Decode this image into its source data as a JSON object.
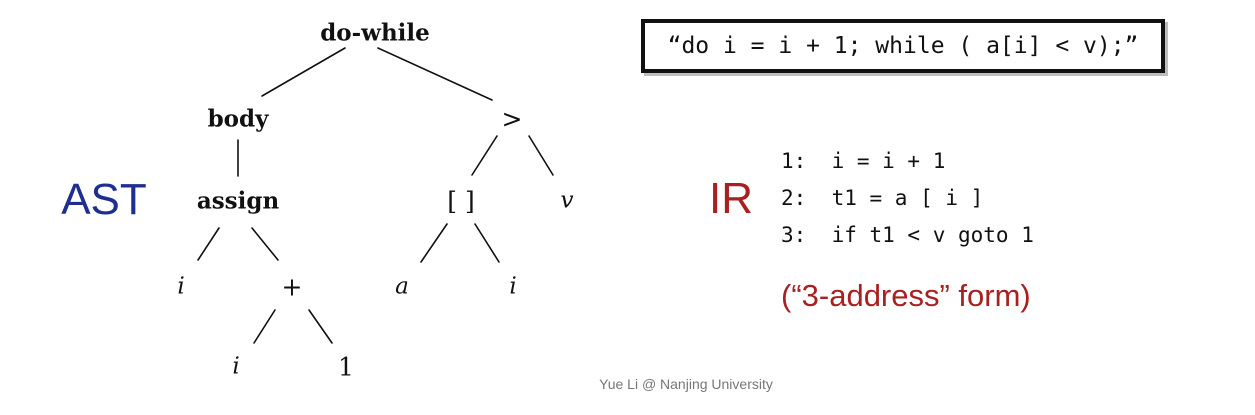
{
  "labels": {
    "ast": "AST",
    "ir": "IR"
  },
  "source_code": "“do i = i + 1; while ( a[i] < v);”",
  "ast": {
    "nodes": {
      "root": "do-while",
      "body": "body",
      "gt": ">",
      "assign": "assign",
      "index": "[ ]",
      "v": "v",
      "i_lhs": "i",
      "plus": "+",
      "a": "a",
      "i_index": "i",
      "i_plus": "i",
      "one": "1"
    },
    "edges": [
      [
        "root",
        "body"
      ],
      [
        "root",
        "gt"
      ],
      [
        "body",
        "assign"
      ],
      [
        "assign",
        "i_lhs"
      ],
      [
        "assign",
        "plus"
      ],
      [
        "plus",
        "i_plus"
      ],
      [
        "plus",
        "one"
      ],
      [
        "gt",
        "index"
      ],
      [
        "gt",
        "v"
      ],
      [
        "index",
        "a"
      ],
      [
        "index",
        "i_index"
      ]
    ]
  },
  "ir": {
    "lines": [
      "1:  i = i + 1",
      "2:  t1 = a [ i ]",
      "3:  if t1 < v goto 1"
    ],
    "note": "(“3-address” form)"
  },
  "footer": "Yue Li @ Nanjing University",
  "colors": {
    "ast_label": "#1f2f8f",
    "ir_label": "#a82020",
    "note": "#a82020",
    "footer": "#777777"
  }
}
